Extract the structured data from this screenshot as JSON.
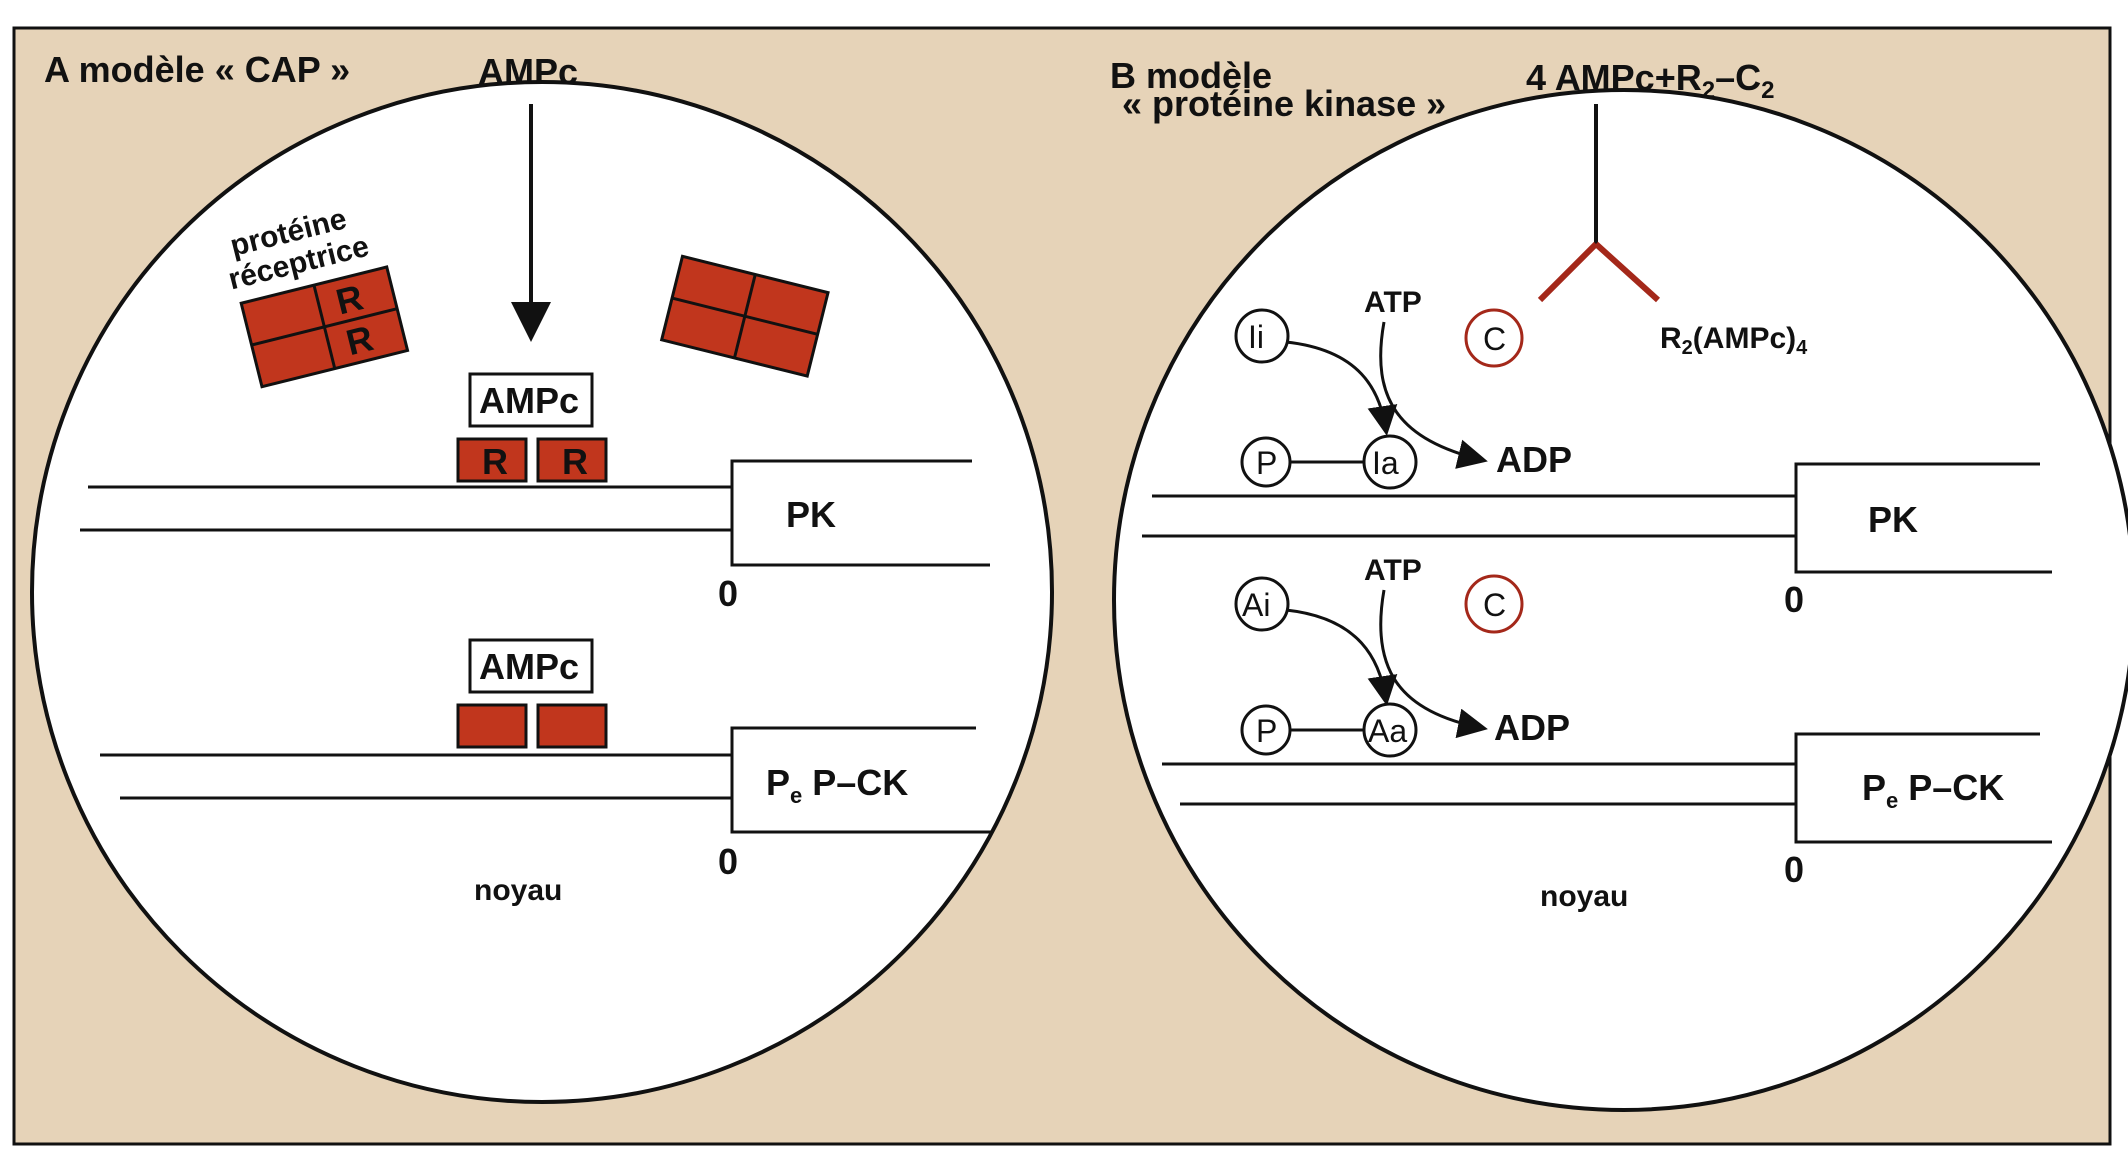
{
  "colors": {
    "background": "#e6d3b8",
    "receptor_red": "#c1361d",
    "outline": "#111111",
    "cell_fill": "#ffffff"
  },
  "panel_a": {
    "title": "A  modèle « CAP »",
    "ampc_top": "AMPc",
    "receptor_label_1": "protéine",
    "receptor_label_2": "réceptrice",
    "receptor_r": "R",
    "ampc_box_1": "AMPc",
    "bound_r": "R",
    "gene_1": "PK",
    "zero_1": "0",
    "ampc_box_2": "AMPc",
    "gene_2": "P",
    "gene_2_sub": "e",
    "gene_2_rest": " P–CK",
    "zero_2": "0",
    "nucleus": "noyau"
  },
  "panel_b": {
    "title_1": "B  modèle",
    "title_2": "« protéine kinase »",
    "top_formula": "4 AMPc+R",
    "top_sub_1": "2",
    "top_dash": "–C",
    "top_sub_2": "2",
    "c_label": "C",
    "r2_label": "R",
    "r2_sub": "2",
    "r2_rest": "(AMPc)",
    "r2_sub_2": "4",
    "ii": "Ii",
    "ia": "Ia",
    "p": "P",
    "atp_1": "ATP",
    "adp_1": "ADP",
    "gene_1": "PK",
    "zero_1": "0",
    "ai": "Ai",
    "aa": "Aa",
    "atp_2": "ATP",
    "adp_2": "ADP",
    "gene_2": "P",
    "gene_2_sub": "e",
    "gene_2_rest": " P–CK",
    "zero_2": "0",
    "nucleus": "noyau"
  }
}
